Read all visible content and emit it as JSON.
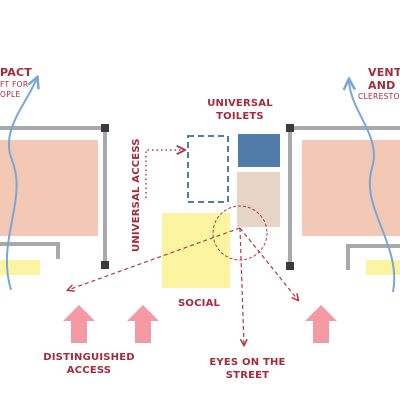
{
  "labels": {
    "impact_title": "PACT",
    "impact_sub_1": "FT FOR",
    "impact_sub_2": "OPLE",
    "ventilation_title_1": "VENTI",
    "ventilation_title_2": "AND F",
    "ventilation_sub": "CLERESTO",
    "universal_toilets_1": "UNIVERSAL",
    "universal_toilets_2": "TOILETS",
    "universal_access": "UNIVERSAL ACCESS",
    "social": "SOCIAL",
    "distinguished_access_1": "DISTINGUISHED",
    "distinguished_access_2": "ACCESS",
    "eyes_on_street_1": "EYES ON THE",
    "eyes_on_street_2": "STREET"
  },
  "colors": {
    "label_red": "#a62a3a",
    "wall_gray": "#a7a9ac",
    "room_pink": "#f3c9b5",
    "highlight_yellow": "#fbf5a1",
    "toilet_blue": "#4f7ca8",
    "beige": "#e6d5c7",
    "airflow_blue": "#7aa6d8",
    "arrow_pink": "#f49aa4",
    "dashed_red": "#b23a44"
  }
}
